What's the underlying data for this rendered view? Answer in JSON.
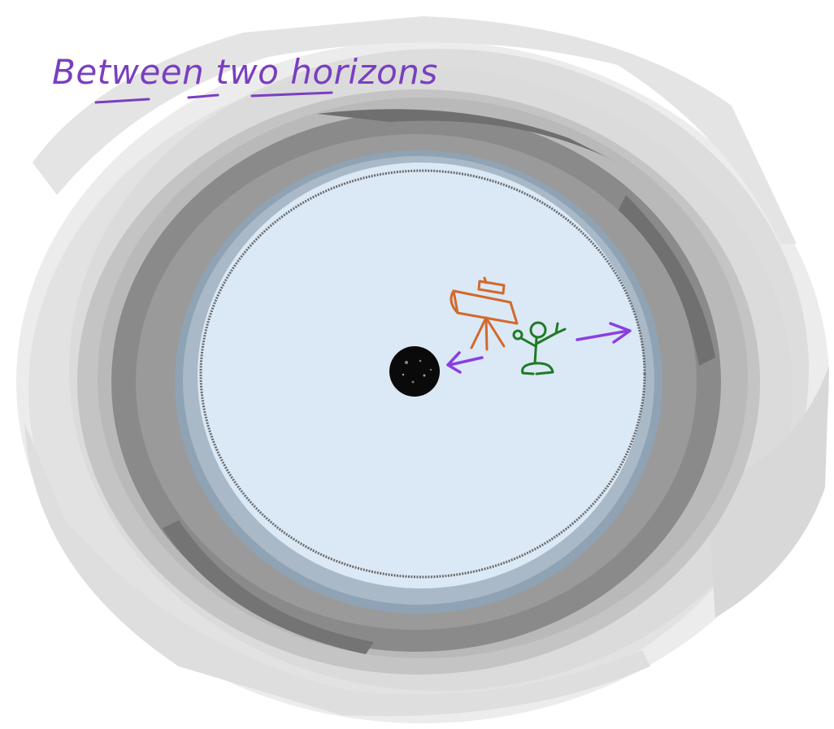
{
  "title": {
    "words": [
      "Between",
      "two",
      "horizons"
    ]
  },
  "colors": {
    "page_background": "#ffffff",
    "outer_haze_light": "#e6e6e6",
    "outer_haze_mid": "#c9c9c9",
    "dark_ring": "#858585",
    "inner_ring": "#a9b7c3",
    "interior_fill": "#dbe8f5",
    "outer_horizon_line": "#555555",
    "black_hole": "#0a0a0a",
    "title_ink": "#7a3fc0",
    "arrow_ink": "#8a3fe0",
    "telescope_ink": "#d2692b",
    "person_ink": "#1f7a25"
  },
  "icons": {
    "black_hole": "black-hole-icon",
    "telescope": "telescope-icon",
    "observer": "stick-figure-icon",
    "inward_arrow": "arrow-left-icon",
    "outward_arrow": "arrow-right-icon"
  }
}
